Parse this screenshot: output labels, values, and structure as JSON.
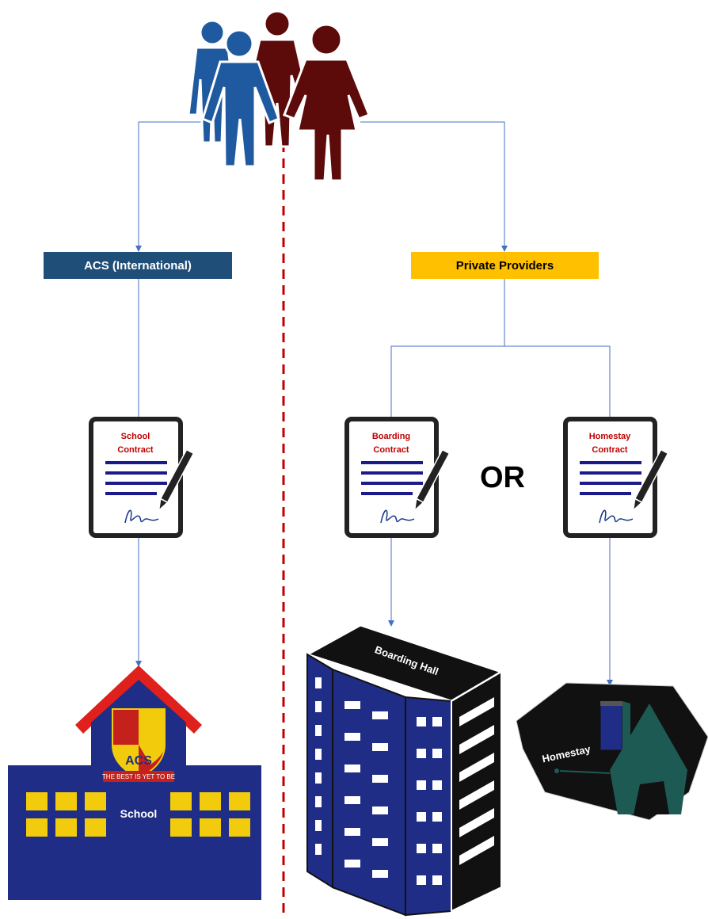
{
  "nodes": {
    "acs": "ACS (International)",
    "private": "Private Providers",
    "or": "OR"
  },
  "contracts": {
    "school": [
      "School",
      "Contract"
    ],
    "boarding": [
      "Boarding",
      "Contract"
    ],
    "homestay": [
      "Homestay",
      "Contract"
    ]
  },
  "buildings": {
    "school": "School",
    "school_motto": "THE BEST IS YET TO BE",
    "school_crest": "ACS",
    "boarding": "Boarding Hall",
    "homestay": "Homestay"
  },
  "colors": {
    "connector": "#4472c4",
    "divider": "#c00000",
    "acs_fill": "#1f4e79",
    "private_fill": "#ffc000",
    "contract_text": "#c00000",
    "school_body": "#1f2d86",
    "window_yellow": "#f2cc0c",
    "roof_red": "#e0201c",
    "boarding_blue": "#1f2d86",
    "homestay_green": "#1e5a54",
    "person_blue": "#1f5aa0",
    "person_maroon": "#5c0a0a"
  }
}
